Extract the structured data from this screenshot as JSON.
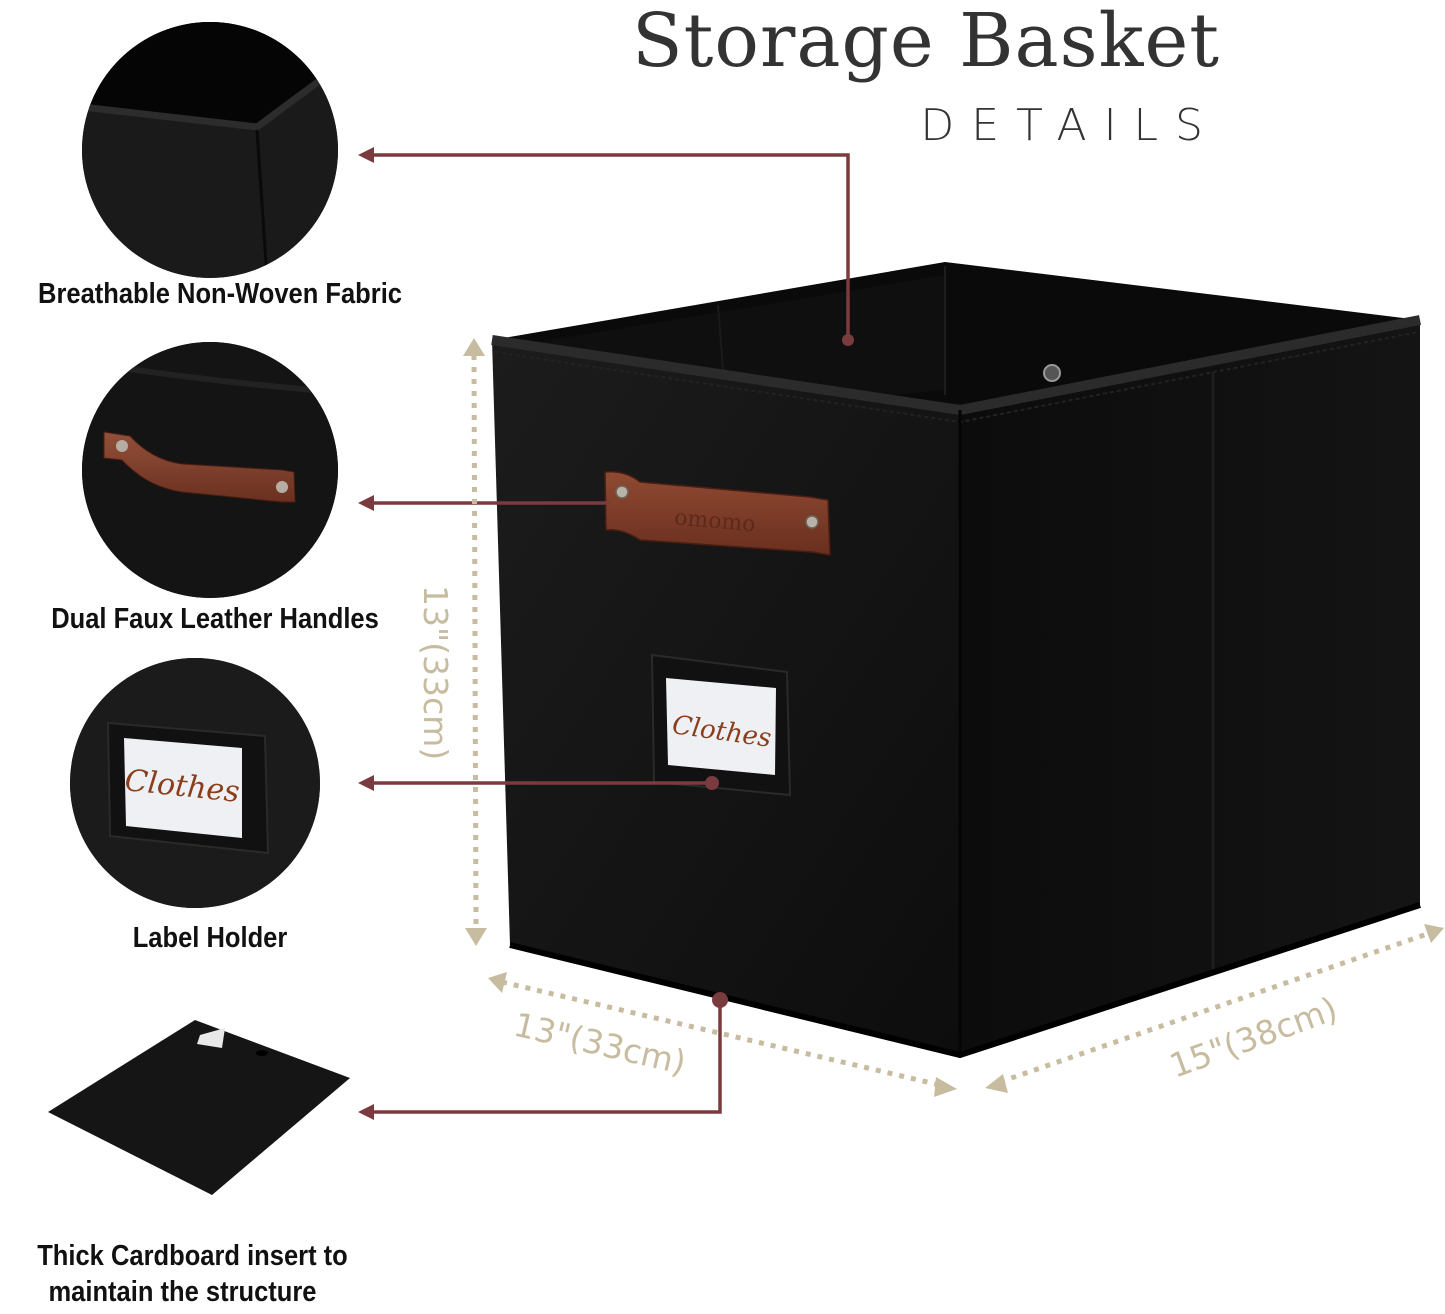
{
  "header": {
    "title": "Storage Basket",
    "subtitle": "DETAILS"
  },
  "features": [
    {
      "id": "fabric",
      "label": "Breathable Non-Woven Fabric",
      "icon": "fabric-corner-closeup"
    },
    {
      "id": "handles",
      "label": "Dual Faux Leather Handles",
      "icon": "leather-handle-closeup"
    },
    {
      "id": "label-holder",
      "label": "Label Holder",
      "icon": "label-holder-closeup",
      "card_text": "Clothes"
    },
    {
      "id": "cardboard",
      "label_line1": "Thick Cardboard insert to",
      "label_line2": "maintain the structure",
      "icon": "cardboard-insert"
    }
  ],
  "product": {
    "label_card_text": "Clothes",
    "handle_emboss": "omomo"
  },
  "dimensions": {
    "height": "13\"(33cm)",
    "width": "13\"(33cm)",
    "depth": "15\"(38cm)"
  },
  "colors": {
    "callout_line": "#7a3b3f",
    "dimension_line": "#c8bca0",
    "basket": "#111111",
    "leather": "#7c3b26",
    "label_text": "#8a3e1c"
  }
}
